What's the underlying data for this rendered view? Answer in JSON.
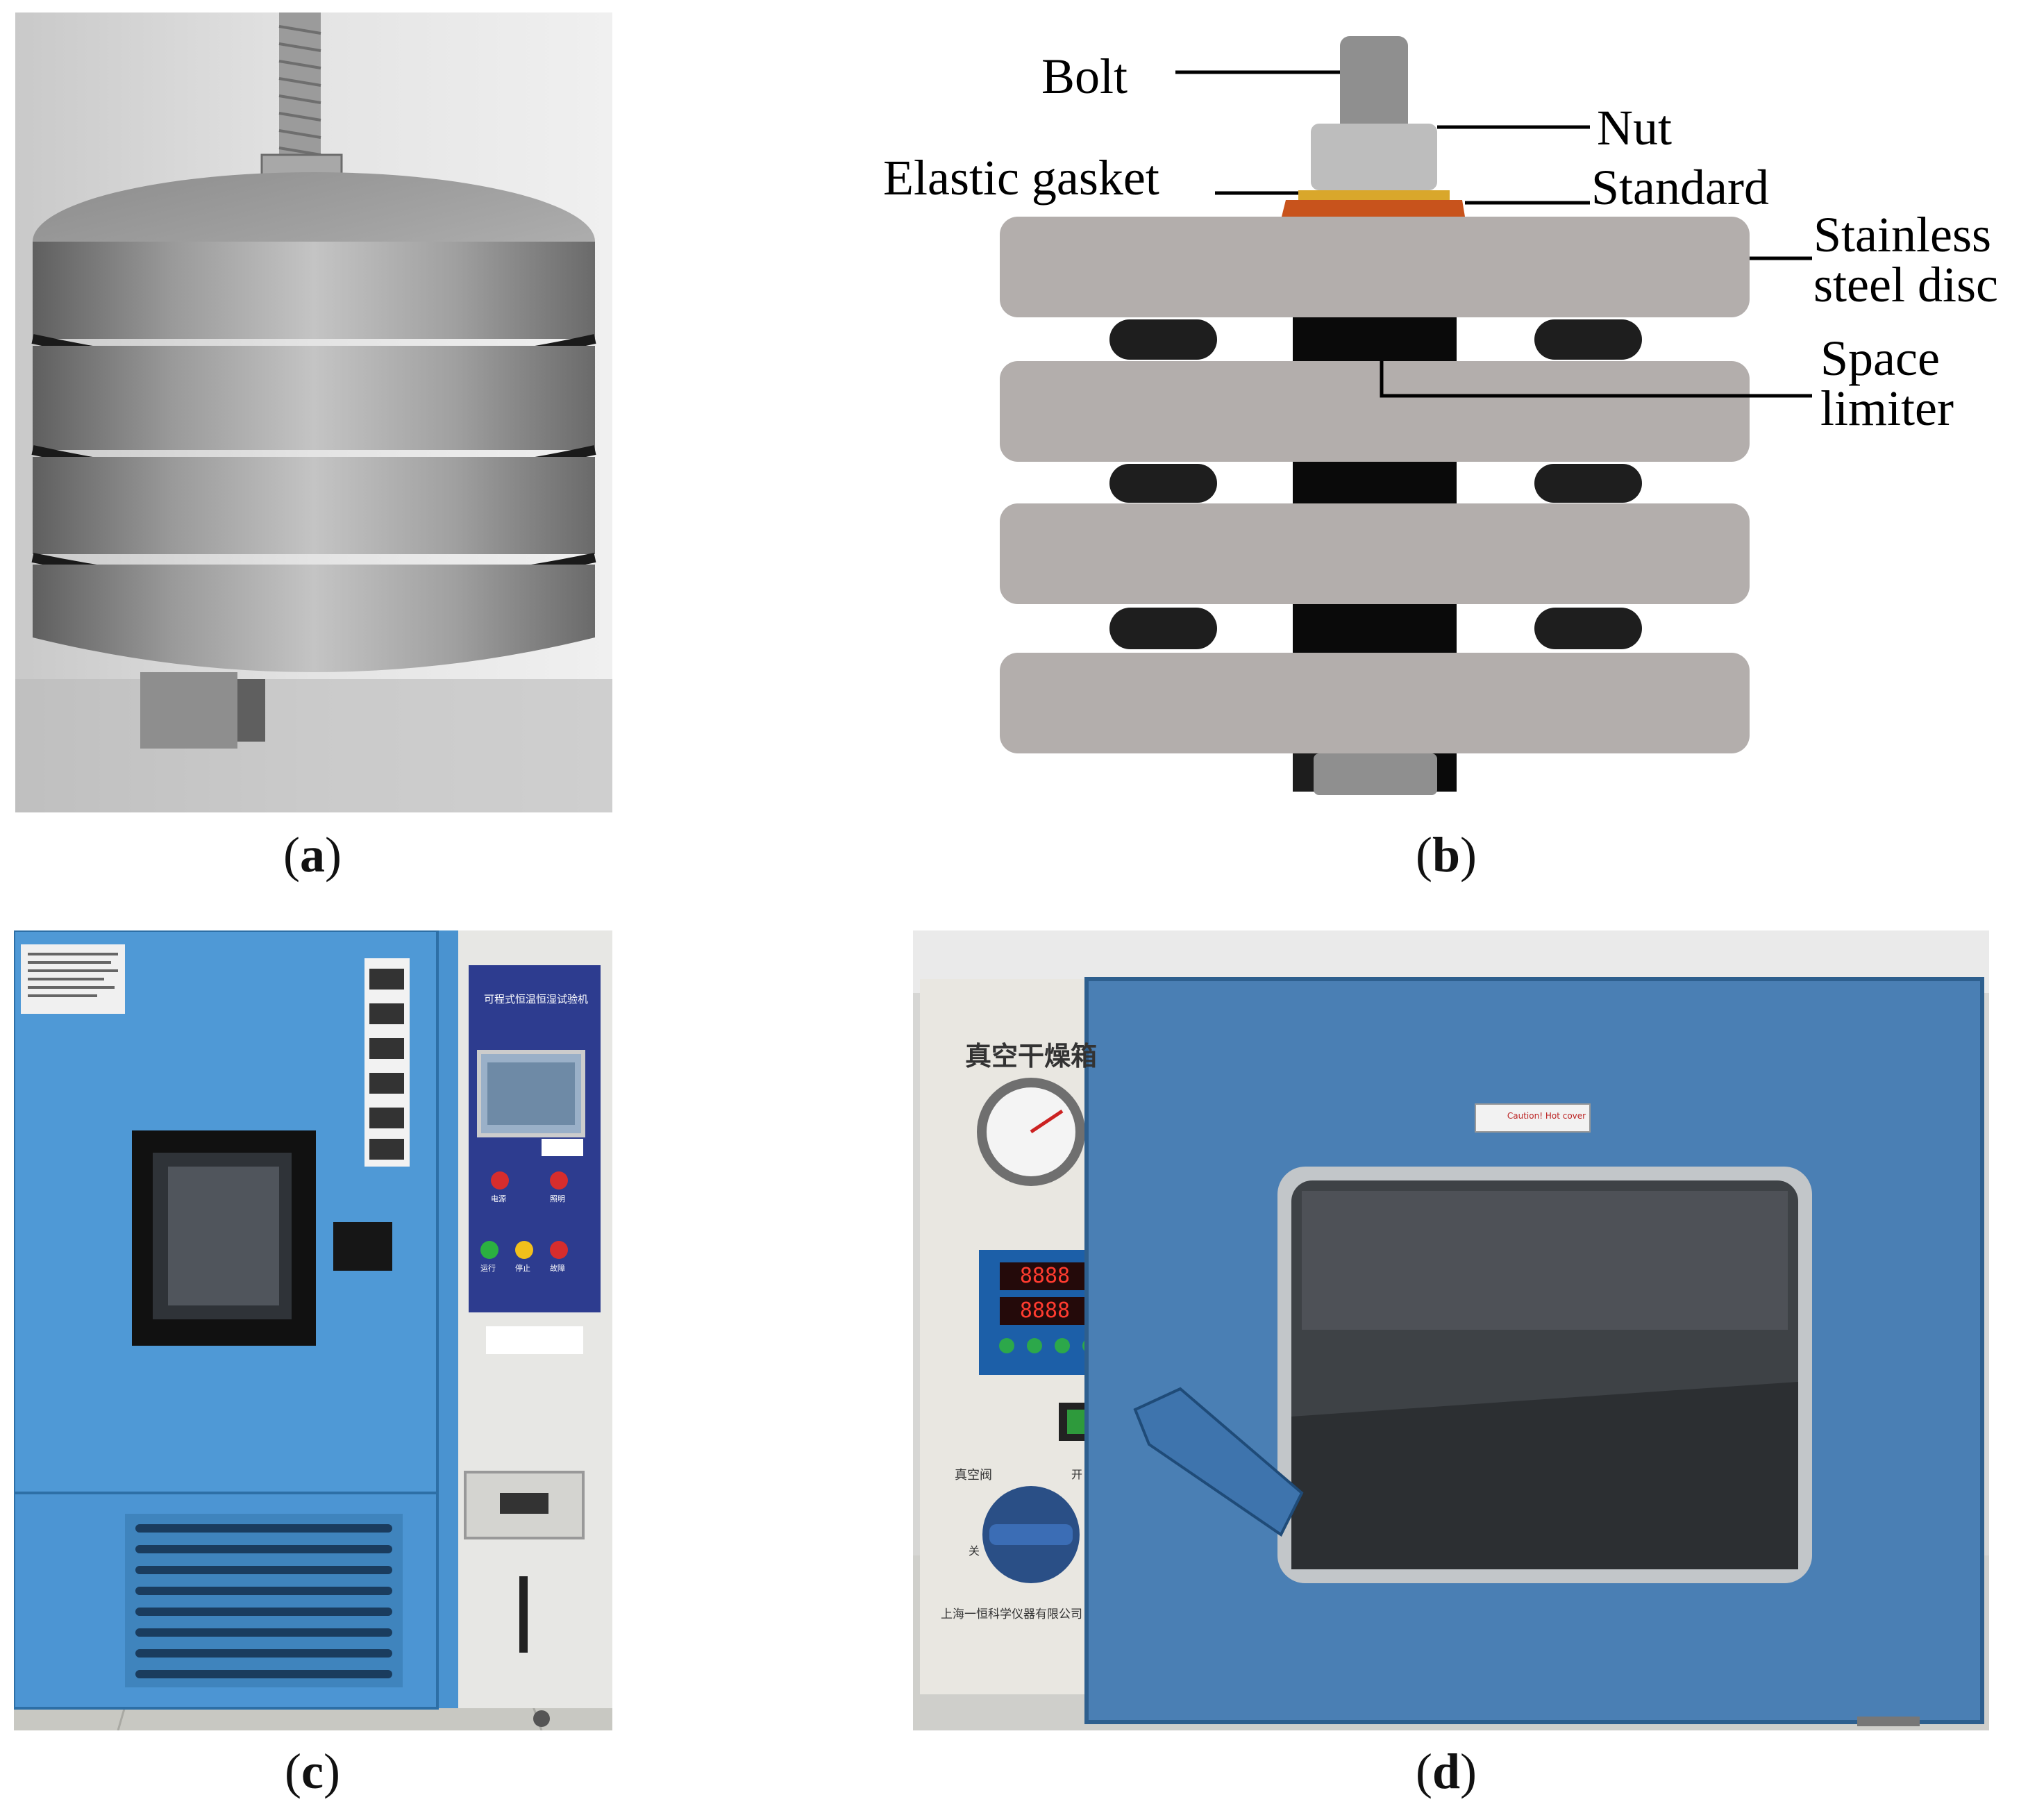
{
  "panels": {
    "a": {
      "caption_letter": "a"
    },
    "b": {
      "caption_letter": "b",
      "labels": {
        "bolt": "Bolt",
        "nut": "Nut",
        "elastic_gasket": "Elastic gasket",
        "standard": "Standard",
        "stainless_line1": "Stainless",
        "stainless_line2": "steel disc",
        "space_line1": "Space",
        "space_line2": "limiter"
      }
    },
    "c": {
      "caption_letter": "c",
      "machine_title_cn": "可程式恒温恒湿试验机",
      "button_labels": [
        "电源",
        "照明",
        "运行",
        "停止",
        "故障"
      ]
    },
    "d": {
      "caption_letter": "d",
      "machine_title_cn": "真空干燥箱",
      "warning_sticker": "Caution! Hot cover",
      "display_top": "8888",
      "display_bottom": "8888",
      "valve_label": "真空阀",
      "valve_open": "开",
      "valve_close": "关",
      "manufacturer": "上海一恒科学仪器有限公司"
    }
  },
  "colors": {
    "disc": "#b3aeac",
    "limiter": "#0a0a0a",
    "oring": "#1e1e1e",
    "bolt": "#8f8f8f",
    "nut": "#bdbdbd",
    "gasket": "#d9a72b",
    "standard": "#c8531c",
    "chamber_blue": "#4a93d0",
    "oven_blue": "#4a7fb4"
  }
}
